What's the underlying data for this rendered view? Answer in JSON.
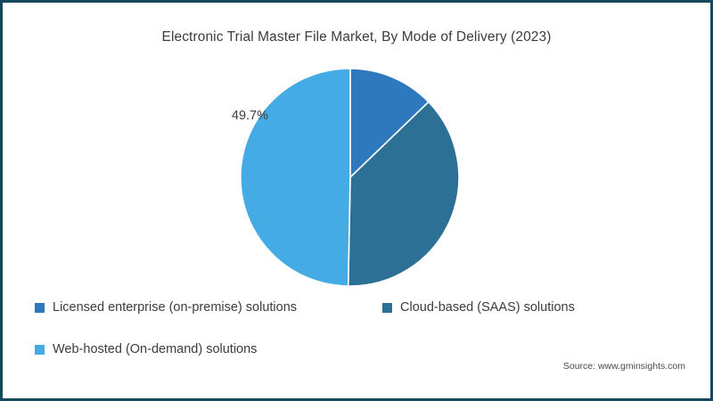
{
  "frame": {
    "border_color": "#14485c",
    "background": "#ffffff"
  },
  "title": "Electronic Trial Master File Market, By Mode of Delivery (2023)",
  "source": "Source: www.gminsights.com",
  "labels": {
    "highlight_pct": "49.7%"
  },
  "legend": {
    "items": [
      {
        "label": "Licensed enterprise (on-premise) solutions",
        "color": "#2e78be"
      },
      {
        "label": "Cloud-based (SAAS) solutions",
        "color": "#2d7095"
      },
      {
        "label": "Web-hosted (On-demand) solutions",
        "color": "#45abe4"
      }
    ]
  },
  "chart_data": {
    "type": "pie",
    "title": "Electronic Trial Master File Market, By Mode of Delivery (2023)",
    "xlabel": "",
    "ylabel": "",
    "categories": [
      "Licensed enterprise (on-premise) solutions",
      "Cloud-based (SAAS) solutions",
      "Web-hosted (On-demand) solutions"
    ],
    "values": [
      12.8,
      37.5,
      49.7
    ],
    "unit": "percent",
    "colors": [
      "#2e78be",
      "#2d7095",
      "#45abe4"
    ],
    "data_labels": [
      "",
      "",
      "49.7%"
    ],
    "start_angle_deg": 0,
    "direction": "clockwise",
    "slice_separator_color": "#ffffff",
    "legend": {
      "position": "bottom",
      "columns": 2
    },
    "annotations": [
      "49.7%"
    ]
  }
}
